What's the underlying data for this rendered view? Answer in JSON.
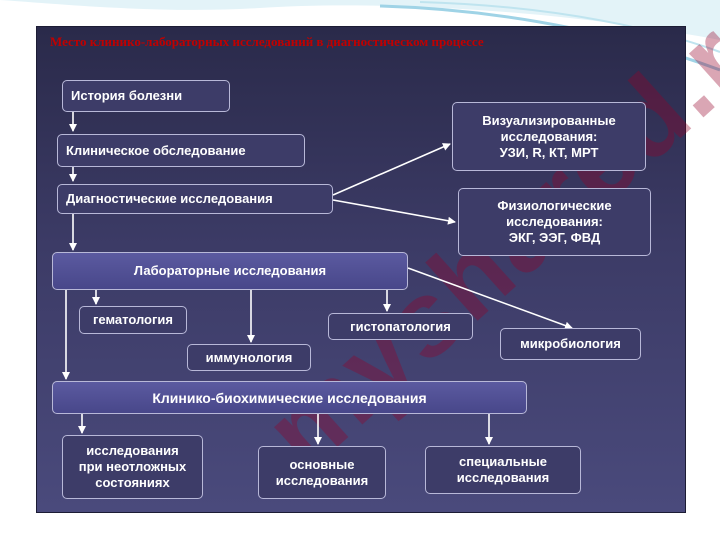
{
  "title": "Место клинико-лабораторных исследований в диагностическом процессе",
  "watermark": "myshared.ru",
  "nodes": {
    "history": "История болезни",
    "clinical_exam": "Клиническое обследование",
    "diagnostic": "Диагностические исследования",
    "imaging": "Визуализированные\nисследования:\nУЗИ, R, КТ, МРТ",
    "physiological": "Физиологические\nисследования:\nЭКГ, ЭЭГ, ФВД",
    "laboratory": "Лабораторные исследования",
    "hematology": "гематология",
    "immunology": "иммунология",
    "histopathology": "гистопатология",
    "microbiology": "микробиология",
    "biochemical": "Клинико-биохимические исследования",
    "emergency": "исследования\nпри неотложных\nсостояниях",
    "basic": "основные\nисследования",
    "special": "специальные\nисследования"
  },
  "colors": {
    "panel": "#3c3b66",
    "box": "#3d3c68",
    "box_highlight": "#5b5aa0",
    "title": "#c00000",
    "text": "#ffffff"
  }
}
